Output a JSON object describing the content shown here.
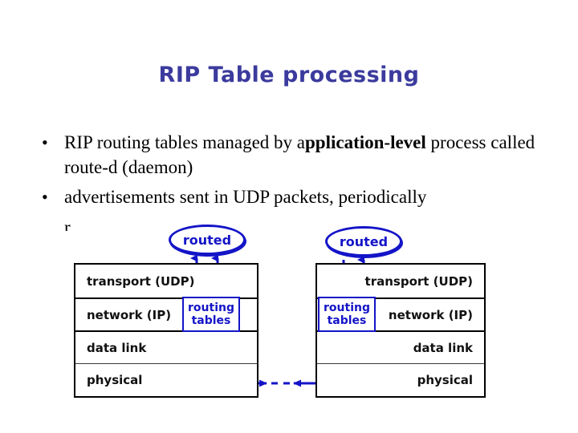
{
  "slide": {
    "title": "RIP Table processing",
    "title_color": "#3b3b9e",
    "background": "#ffffff"
  },
  "body": {
    "bullet_marker": "•",
    "bullets": [
      {
        "id": "bullet-1",
        "text_plain": "RIP routing tables managed by application-level process called route-d (daemon)",
        "line1_normal": "RIP routing tables managed by a",
        "line1_bold": "pplication-level",
        "line2": "process called route-d (daemon)"
      },
      {
        "id": "bullet-2",
        "text_plain": "advertisements sent in UDP packets, periodically"
      },
      {
        "id": "bullet-3",
        "text_plain": "r",
        "note": "third line is occluded by the figure; only the tops of the first glyphs are visible"
      }
    ]
  },
  "figure": {
    "name": "rip-routed-protocol-stack-diagram",
    "accent_color": "#1414c8",
    "line_color": "#000000",
    "routed_label": "routed",
    "routing_tables_line1": "routing",
    "routing_tables_line2": "tables",
    "stacks": [
      {
        "id": "stack-left",
        "align": "left",
        "layers": [
          "transport (UDP)",
          "network (IP)",
          "data link",
          "physical"
        ]
      },
      {
        "id": "stack-right",
        "align": "right",
        "layers": [
          "transport (UDP)",
          "network (IP)",
          "data link",
          "physical"
        ]
      }
    ],
    "connectors": [
      {
        "name": "left-solid-up-arrow-to-routed",
        "style": "solid",
        "direction": "up"
      },
      {
        "name": "left-short-solid-up-arrow-to-routed",
        "style": "solid",
        "direction": "up"
      },
      {
        "name": "left-dashed-down-arrow-to-routing-tables",
        "style": "dashed",
        "direction": "down"
      },
      {
        "name": "right-solid-up-arrow-to-routed",
        "style": "solid",
        "direction": "up"
      },
      {
        "name": "right-dashed-down-arrow-to-routing-tables",
        "style": "dashed",
        "direction": "down"
      },
      {
        "name": "physical-link-dashed-between-stacks",
        "style": "dashed",
        "direction": "both"
      }
    ]
  }
}
